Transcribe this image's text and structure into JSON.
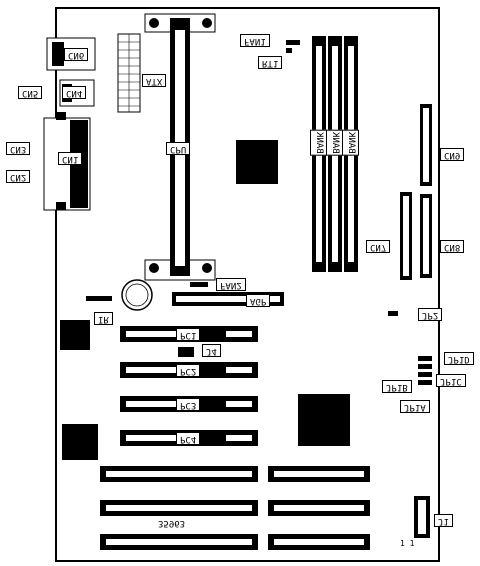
{
  "labels": {
    "cn6": "CN6",
    "cn5": "CN5",
    "cn4": "CN4",
    "cn3": "CN3",
    "cn2": "CN2",
    "cn1": "CN1",
    "atx": "ATX",
    "cpu": "CPU",
    "fan1": "FAN1",
    "rt1": "RT1",
    "bank1": "BANK",
    "bank2": "BANK",
    "bank3": "BANK",
    "cn9": "CN9",
    "cn8": "CN8",
    "cn7": "CN7",
    "fan2": "FAN2",
    "agp": "AGP",
    "ir": "IR",
    "jp2": "JP2",
    "pc1": "PC1",
    "pc2": "PC2",
    "pc3": "PC3",
    "pc4": "PC4",
    "j4": "J4",
    "jp1d": "JP1D",
    "jp1c": "JP1C",
    "jp1b": "JP1B",
    "jp1a": "JP1A",
    "j1": "J1",
    "pin1": "1 1",
    "board_number": "35963"
  }
}
